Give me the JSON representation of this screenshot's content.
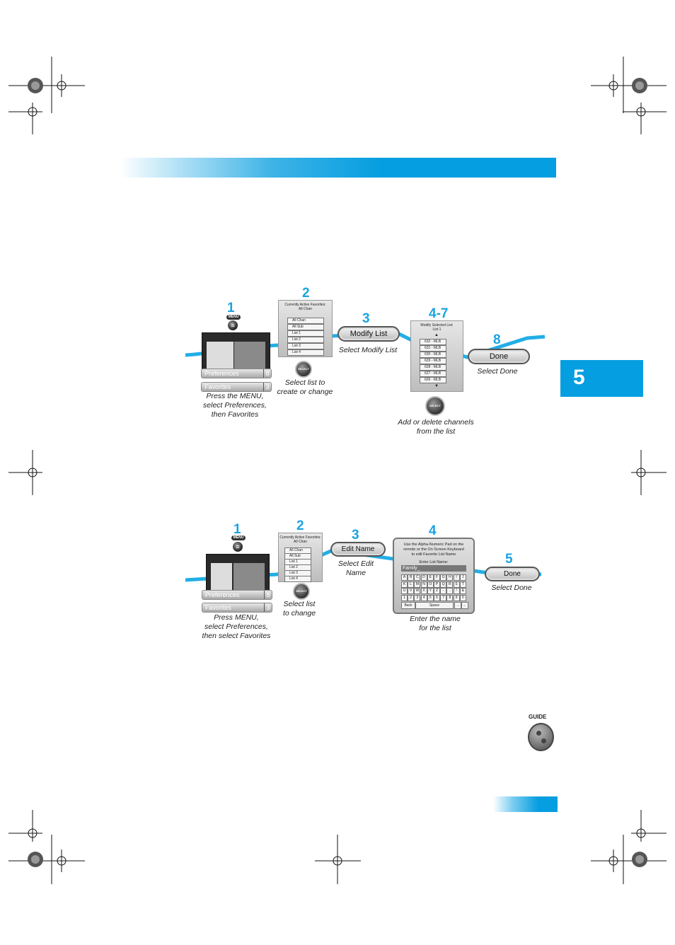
{
  "chapter": {
    "number": "5"
  },
  "section1": {
    "steps": {
      "s1": "1",
      "s2": "2",
      "s3": "3",
      "s4": "4-7",
      "s5": "8"
    },
    "menu_label": "MENU",
    "menu_rows": [
      {
        "label": "Preferences",
        "num": "8"
      },
      {
        "label": "Favorites",
        "num": "3"
      }
    ],
    "caption1": [
      "Press the MENU,",
      "select Preferences,",
      "then Favorites"
    ],
    "panel_title": [
      "Currently Active Favorites:",
      "All Chan"
    ],
    "panel_rows": [
      "All Chan",
      "All Sub",
      "List 1",
      "List 2",
      "List 3",
      "List 4"
    ],
    "select_label": "SELECT",
    "caption2": [
      "Select list to",
      "create or change"
    ],
    "button3": "Modify List",
    "caption3": "Select Modify List",
    "modify_title": [
      "Modify Selected List:",
      "List 1"
    ],
    "modify_rows": [
      "632 - MLB",
      "631 - MLB",
      "630 - MLB",
      "629 - MLB",
      "628 - MLB",
      "627 - MLB",
      "626 - MLB"
    ],
    "caption4": [
      "Add or delete channels",
      "from the list"
    ],
    "button5": "Done",
    "caption5": "Select Done"
  },
  "section2": {
    "steps": {
      "s1": "1",
      "s2": "2",
      "s3": "3",
      "s4": "4",
      "s5": "5"
    },
    "menu_label": "MENU",
    "menu_rows": [
      {
        "label": "Preferences",
        "num": "8"
      },
      {
        "label": "Favorites",
        "num": "3"
      }
    ],
    "caption1": [
      "Press MENU,",
      "select Preferences,",
      "then select Favorites"
    ],
    "panel_title": [
      "Currently Active Favorites:",
      "All Chan"
    ],
    "panel_rows": [
      "All Chan",
      "All Sub",
      "List 1",
      "List 2",
      "List 3",
      "List 4"
    ],
    "select_label": "SELECT",
    "caption2": [
      "Select list",
      "to change"
    ],
    "button3": "Edit Name",
    "caption3": [
      "Select Edit",
      "Name"
    ],
    "kbd_title": [
      "Use the Alpha-Numeric Pad on the",
      "remote or the On Screen Keyboard",
      "to edit Favorite List Name"
    ],
    "kbd_enter": "Enter List Name:",
    "kbd_value": "Family_",
    "kbd_rows": [
      [
        "A",
        "B",
        "C",
        "D",
        "E",
        "F",
        "G",
        "H",
        "I",
        "J"
      ],
      [
        "K",
        "L",
        "M",
        "N",
        "O",
        "P",
        "Q",
        "R",
        "S",
        "T"
      ],
      [
        "U",
        "V",
        "W",
        "X",
        "Y",
        "Z",
        "-",
        ".",
        "!",
        "&"
      ],
      [
        "1",
        "2",
        "3",
        "4",
        "5",
        "6",
        "7",
        "8",
        "9",
        "0"
      ]
    ],
    "kbd_back": "Back",
    "kbd_space": "Space",
    "caption4": [
      "Enter the name",
      "for the list"
    ],
    "button5": "Done",
    "caption5": "Select Done"
  },
  "guide": {
    "label": "GUIDE"
  }
}
